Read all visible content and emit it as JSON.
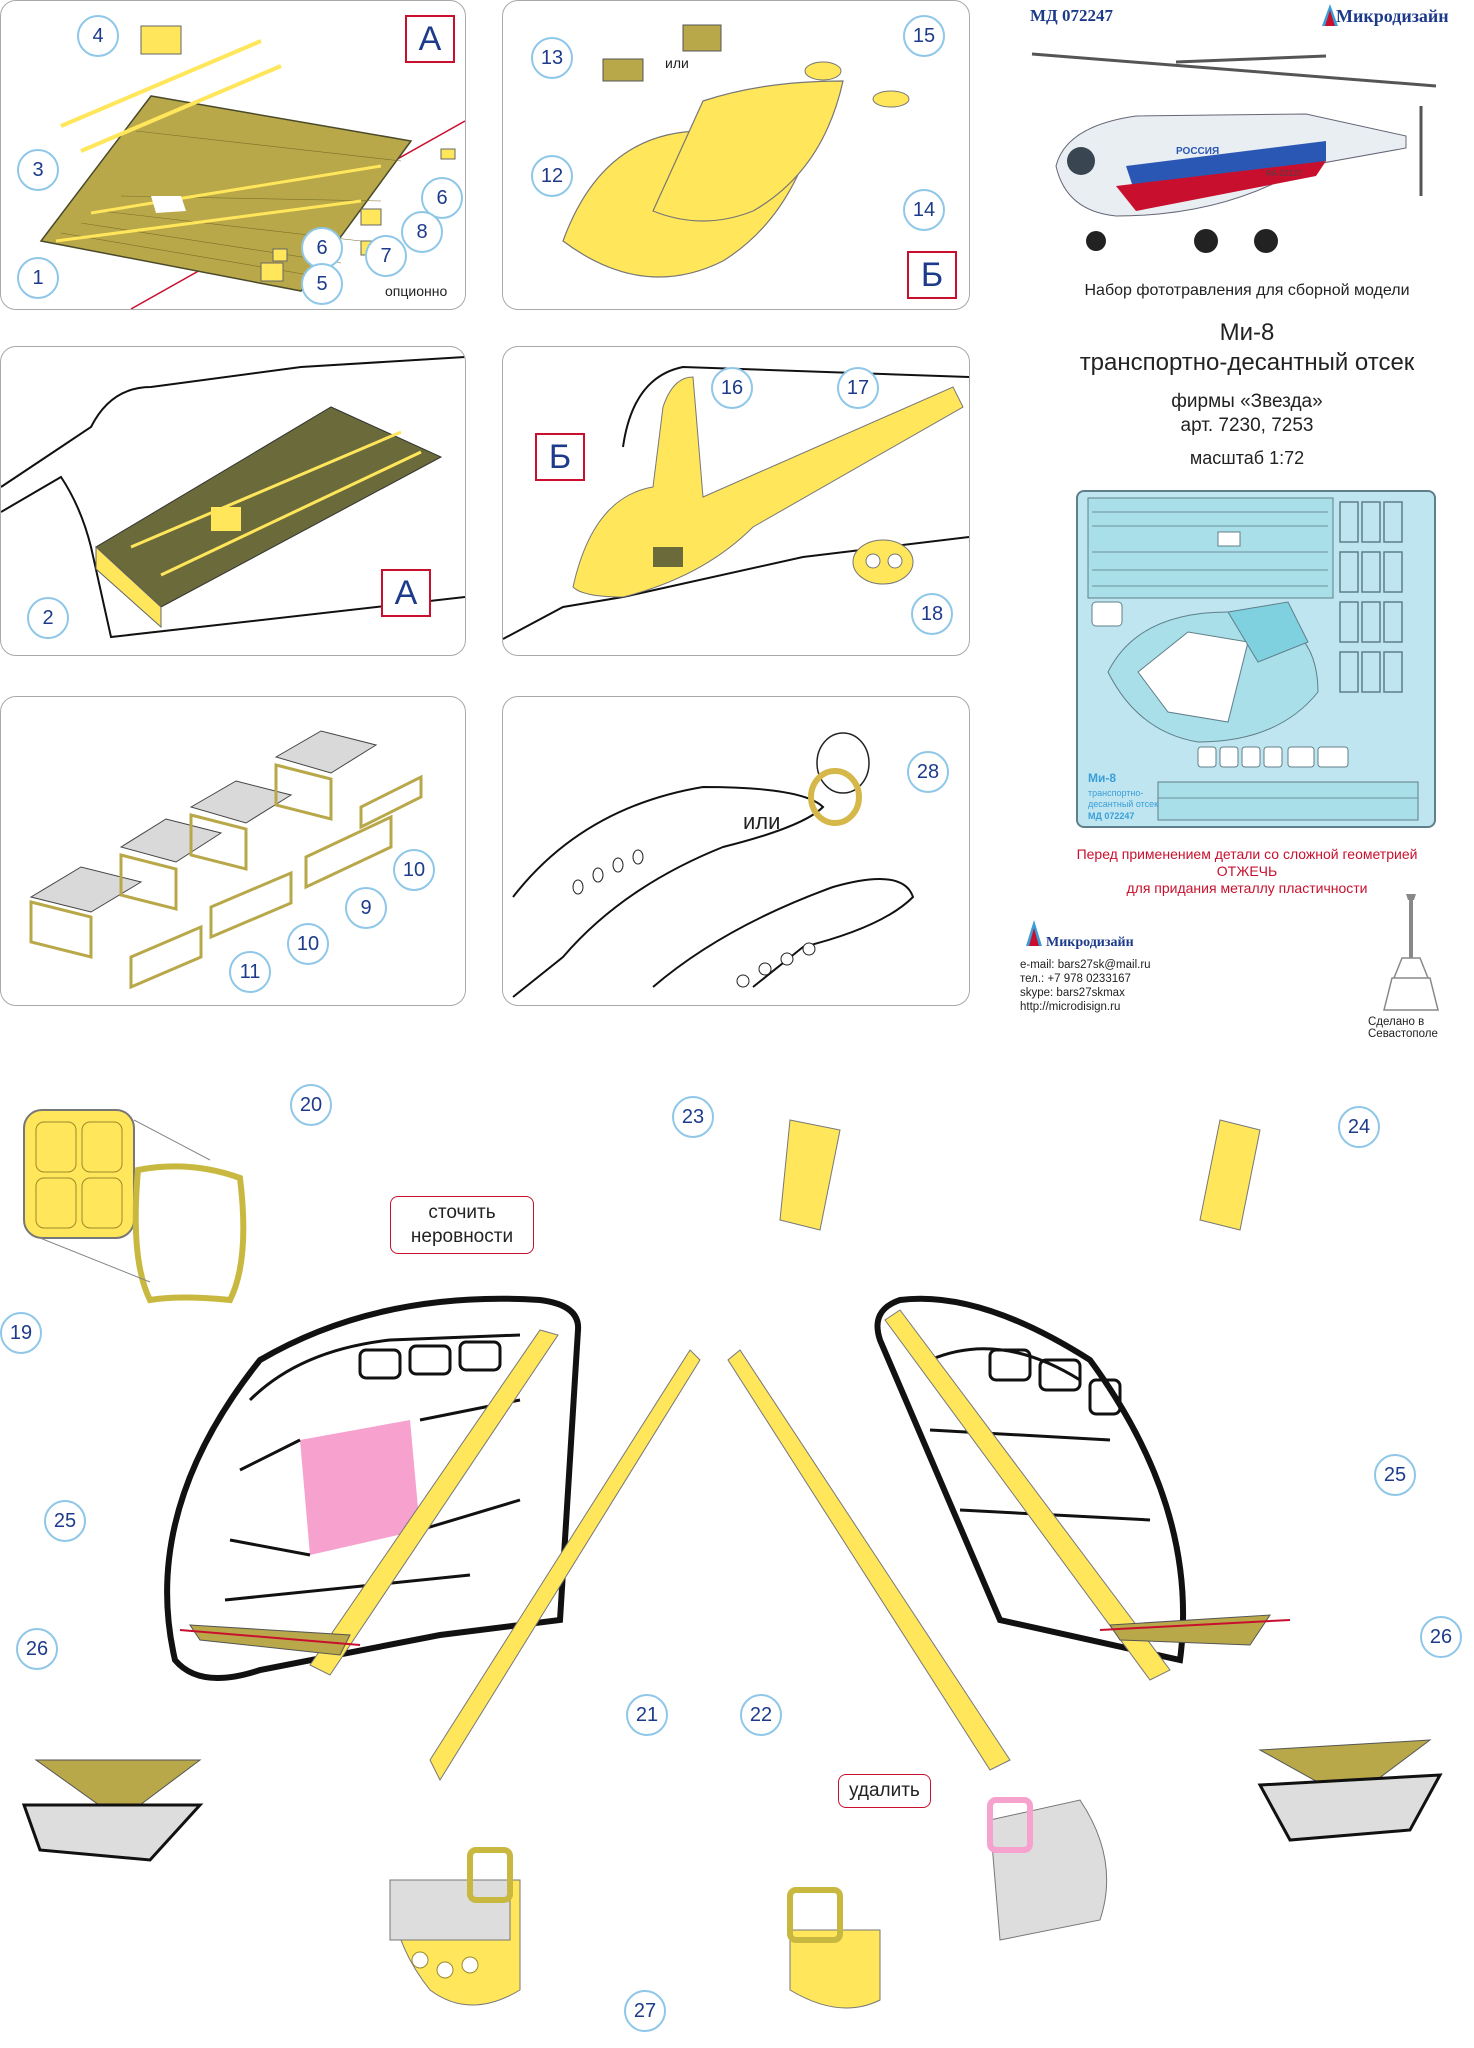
{
  "header": {
    "code": "МД 072247",
    "brand": "Микродизайн",
    "kit_title": "Набор фототравления для сборной модели",
    "model_line1": "Ми-8",
    "model_line2": "транспортно-десантный отсек",
    "firm_line1": "фирмы «Звезда»",
    "firm_line2": "арт. 7230, 7253",
    "scale": "масштаб 1:72",
    "heli_text": "РОССИЯ",
    "heli_reg": "RA-22127"
  },
  "fret": {
    "label1": "Ми-8",
    "label2": "транспортно-",
    "label3": "десантный отсек",
    "label4": "МД 072247"
  },
  "warning": {
    "line1": "Перед применением детали со сложной геометрией",
    "line2": "ОТЖЕЧЬ",
    "line3": "для придания металлу пластичности"
  },
  "contacts": {
    "brand": "Микродизайн",
    "email": "e-mail: bars27sk@mail.ru",
    "phone": "тел.: +7 978 0233167",
    "skype": "skype: bars27skmax",
    "web": "http://microdisign.ru",
    "made": "Сделано в Севастополе"
  },
  "panels": {
    "p1": {
      "tag": "А",
      "optional": "опционно",
      "nums": [
        "4",
        "3",
        "1",
        "6",
        "7",
        "8",
        "6",
        "5"
      ]
    },
    "p2": {
      "tag": "Б",
      "ili": "или",
      "nums": [
        "13",
        "15",
        "12",
        "14"
      ]
    },
    "p3": {
      "tag": "А",
      "nums": [
        "2"
      ]
    },
    "p4": {
      "tag": "Б",
      "nums": [
        "16",
        "17",
        "18"
      ]
    },
    "p5": {
      "nums": [
        "10",
        "9",
        "10",
        "11"
      ]
    },
    "p6": {
      "ili": "или",
      "nums": [
        "28"
      ]
    }
  },
  "bottom": {
    "note1": "сточить неровности",
    "note2": "удалить",
    "nums": [
      "20",
      "19",
      "23",
      "24",
      "25",
      "25",
      "26",
      "26",
      "21",
      "22",
      "27"
    ]
  }
}
